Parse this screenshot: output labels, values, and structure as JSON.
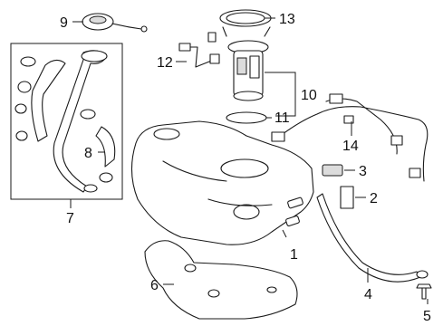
{
  "callouts": {
    "c1": "1",
    "c2": "2",
    "c3": "3",
    "c4": "4",
    "c5": "5",
    "c6": "6",
    "c7": "7",
    "c8": "8",
    "c9": "9",
    "c10": "10",
    "c11": "11",
    "c12": "12",
    "c13": "13",
    "c14": "14"
  },
  "parts": {
    "p1": "fuel-tank",
    "p2": "fuel-tank-strap-pad",
    "p3": "connector-clip",
    "p4": "fuel-tank-strap",
    "p5": "strap-bolt",
    "p6": "heat-shield",
    "p7": "filler-pipe-assembly",
    "p8": "filler-hose",
    "p9": "filler-cap",
    "p10": "fuel-pump-module",
    "p11": "pump-seal",
    "p12": "pump-wiring-harness",
    "p13": "lock-ring",
    "p14": "fuel-tank-wiring-harness"
  }
}
